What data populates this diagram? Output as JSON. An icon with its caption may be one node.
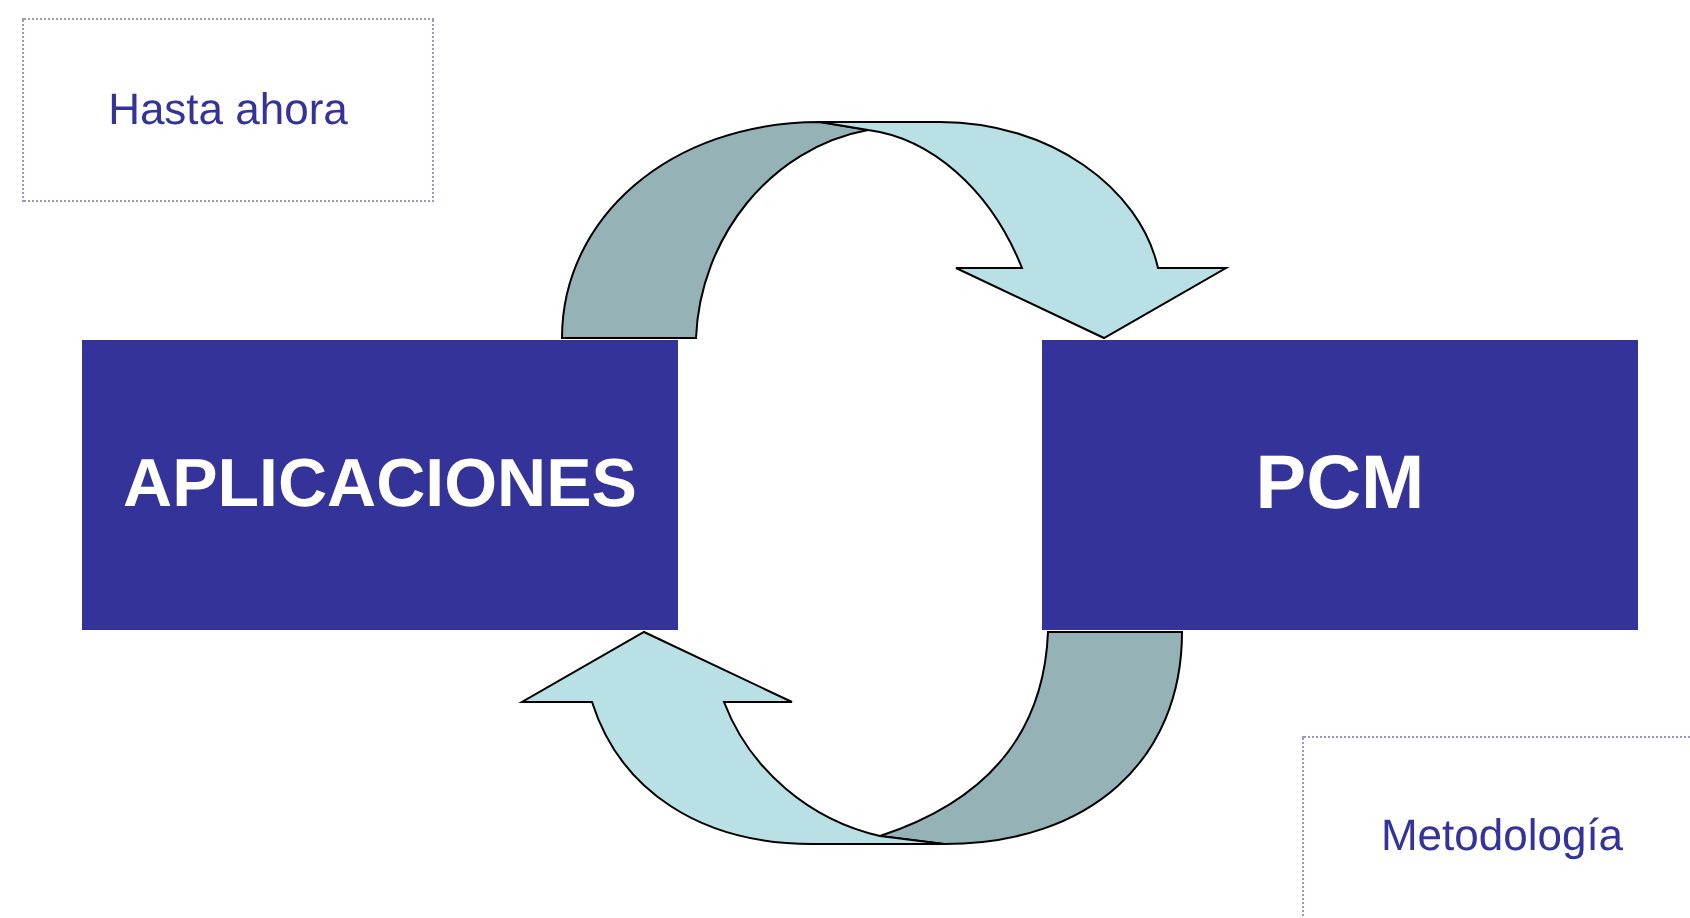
{
  "diagram": {
    "nodes": [
      {
        "text": [
          "Hasta ahora"
        ]
      },
      {
        "text": [
          "APLICACIONES"
        ]
      },
      {
        "text": [
          "PCM"
        ]
      },
      {
        "text": [
          "Metodología"
        ]
      }
    ],
    "edges": [
      {
        "from": 1,
        "to": 2,
        "arrow": "to"
      },
      {
        "from": 2,
        "to": 1,
        "arrow": "to"
      }
    ]
  }
}
